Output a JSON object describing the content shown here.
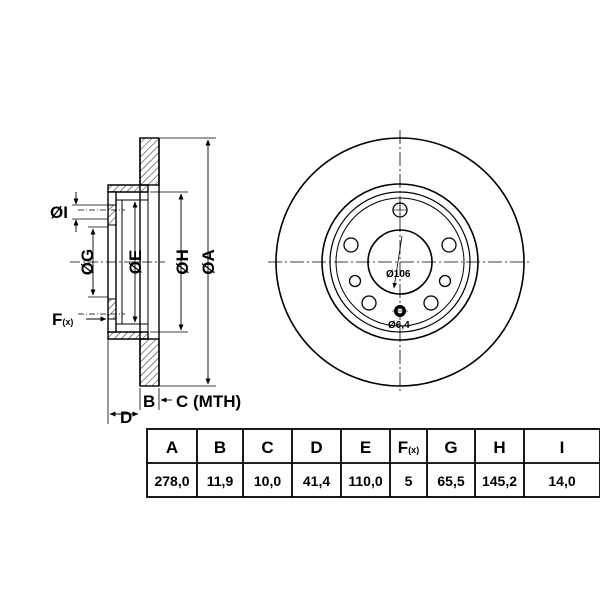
{
  "diagram": {
    "side_view": {
      "labels": {
        "I": "ØI",
        "G": "ØG",
        "E": "ØE",
        "H": "ØH",
        "A": "ØA",
        "F_main": "F",
        "F_sub": "(x)",
        "B": "B",
        "C": "C (MTH)",
        "D": "D"
      }
    },
    "front_view": {
      "bolt_circle": "Ø106",
      "hole": "Ø6,4"
    }
  },
  "table": {
    "headers": [
      "A",
      "B",
      "C",
      "D",
      "E",
      "F",
      "G",
      "H",
      "I"
    ],
    "header_suffix": {
      "F": "(x)"
    },
    "values": [
      "278,0",
      "11,9",
      "10,0",
      "41,4",
      "110,0",
      "5",
      "65,5",
      "145,2",
      "14,0"
    ]
  }
}
